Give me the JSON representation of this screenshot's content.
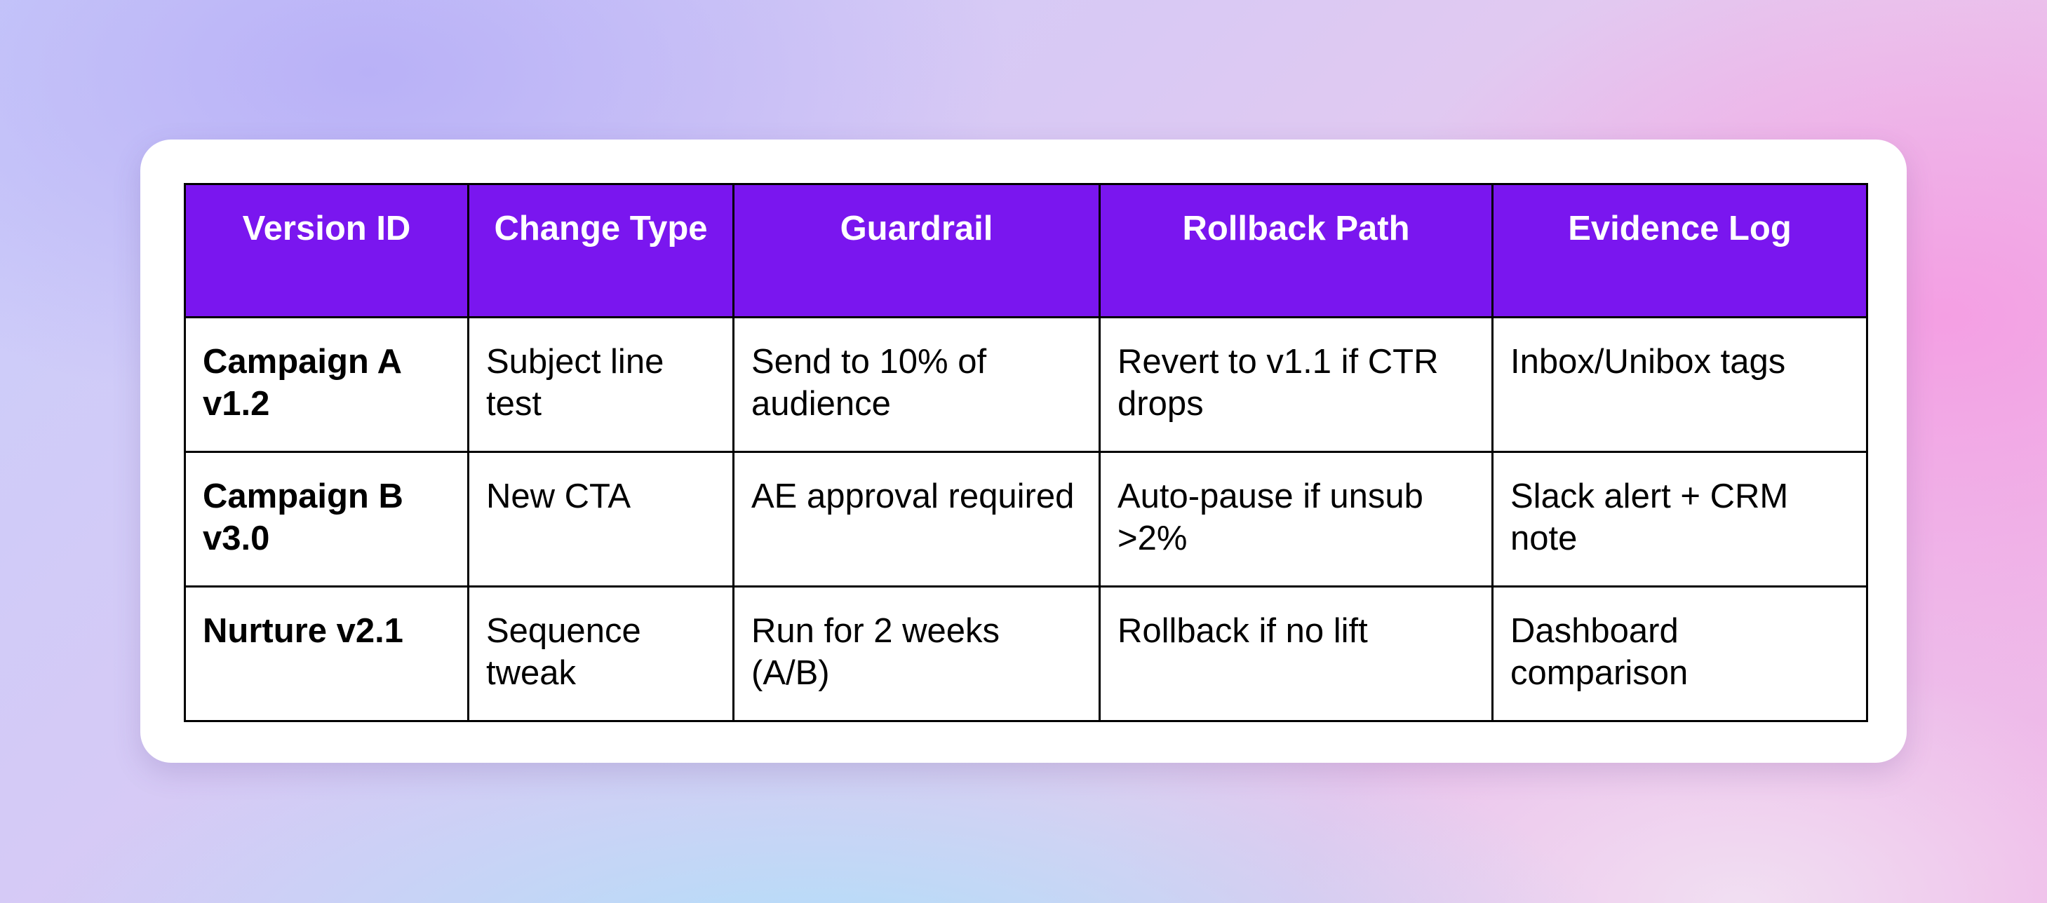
{
  "table": {
    "headers": [
      "Version ID",
      "Change Type",
      "Guardrail",
      "Rollback Path",
      "Evidence Log"
    ],
    "rows": [
      [
        "Campaign A v1.2",
        "Subject line test",
        "Send to 10% of audience",
        "Revert to v1.1 if CTR drops",
        "Inbox/Unibox tags"
      ],
      [
        "Campaign B v3.0",
        "New CTA",
        "AE approval required",
        "Auto-pause if unsub >2%",
        "Slack alert + CRM note"
      ],
      [
        "Nurture v2.1",
        "Sequence tweak",
        "Run for 2 weeks (A/B)",
        "Rollback if no lift",
        "Dashboard comparison"
      ]
    ]
  },
  "colors": {
    "header_background": "#7a16ef",
    "header_text": "#ffffff",
    "border": "#000000"
  }
}
